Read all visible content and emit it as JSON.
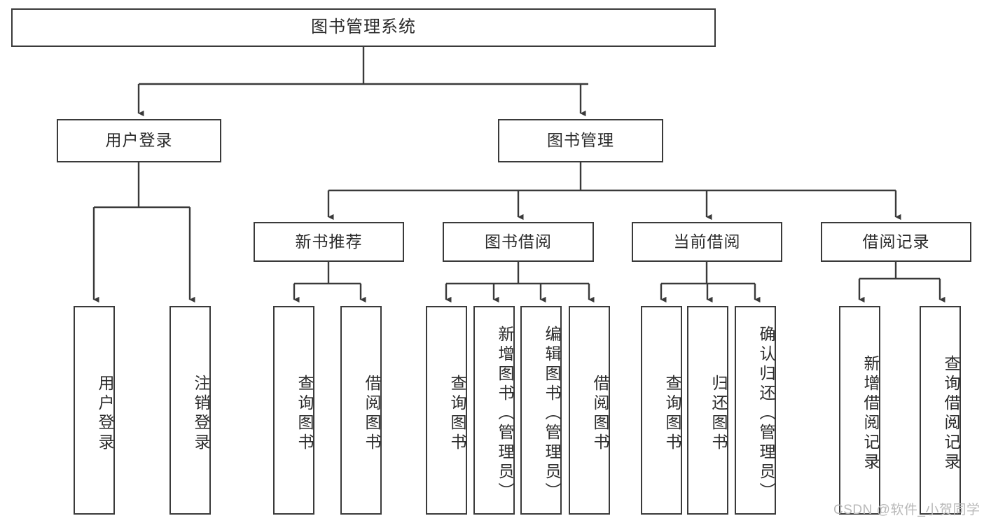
{
  "diagram": {
    "title": "图书管理系统",
    "type": "hierarchy-tree",
    "watermark": "CSDN @软件_小贺同学",
    "colors": {
      "box_border": "#3a3a3a",
      "box_fill": "#ffffff",
      "connector": "#3a3a3a",
      "text": "#2b2b2b",
      "watermark": "#b9b9b9",
      "background": "#ffffff"
    },
    "levels": [
      {
        "level": 1,
        "nodes": [
          {
            "id": "root",
            "label": "图书管理系统",
            "orientation": "horizontal"
          }
        ]
      },
      {
        "level": 2,
        "nodes": [
          {
            "id": "login",
            "label": "用户登录",
            "orientation": "horizontal",
            "parent": "root"
          },
          {
            "id": "bookmgmt",
            "label": "图书管理",
            "orientation": "horizontal",
            "parent": "root"
          }
        ]
      },
      {
        "level": 3,
        "nodes": [
          {
            "id": "newbook",
            "label": "新书推荐",
            "orientation": "horizontal",
            "parent": "bookmgmt"
          },
          {
            "id": "borrow",
            "label": "图书借阅",
            "orientation": "horizontal",
            "parent": "bookmgmt"
          },
          {
            "id": "current",
            "label": "当前借阅",
            "orientation": "horizontal",
            "parent": "bookmgmt"
          },
          {
            "id": "record",
            "label": "借阅记录",
            "orientation": "horizontal",
            "parent": "bookmgmt"
          }
        ]
      },
      {
        "level": 4,
        "nodes": [
          {
            "id": "leaf1",
            "label": "用户登录",
            "orientation": "vertical",
            "parent": "login"
          },
          {
            "id": "leaf2",
            "label": "注销登录",
            "orientation": "vertical",
            "parent": "login"
          },
          {
            "id": "leaf3",
            "label": "查询图书",
            "orientation": "vertical",
            "parent": "newbook"
          },
          {
            "id": "leaf4",
            "label": "借阅图书",
            "orientation": "vertical",
            "parent": "newbook"
          },
          {
            "id": "leaf5",
            "label": "查询图书",
            "orientation": "vertical",
            "parent": "borrow"
          },
          {
            "id": "leaf6",
            "label": "新增图书（管理员）",
            "orientation": "vertical",
            "parent": "borrow"
          },
          {
            "id": "leaf7",
            "label": "编辑图书（管理员）",
            "orientation": "vertical",
            "parent": "borrow"
          },
          {
            "id": "leaf8",
            "label": "借阅图书",
            "orientation": "vertical",
            "parent": "borrow"
          },
          {
            "id": "leaf9",
            "label": "查询图书",
            "orientation": "vertical",
            "parent": "current"
          },
          {
            "id": "leaf10",
            "label": "归还图书",
            "orientation": "vertical",
            "parent": "current"
          },
          {
            "id": "leaf11",
            "label": "确认归还（管理员）",
            "orientation": "vertical",
            "parent": "current"
          },
          {
            "id": "leaf12",
            "label": "新增借阅记录",
            "orientation": "vertical",
            "parent": "record"
          },
          {
            "id": "leaf13",
            "label": "查询借阅记录",
            "orientation": "vertical",
            "parent": "record"
          }
        ]
      }
    ]
  }
}
